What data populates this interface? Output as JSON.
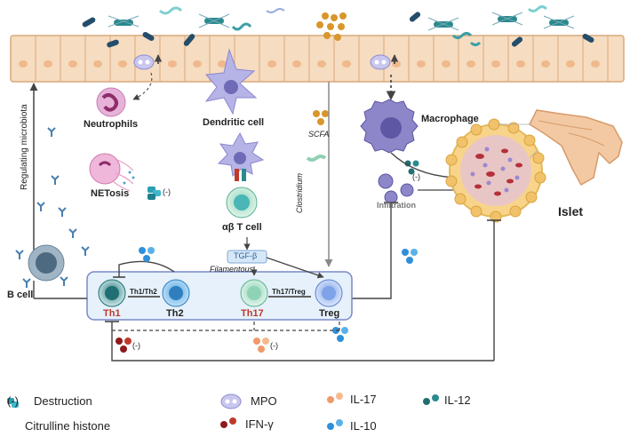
{
  "cells": {
    "neutrophils": "Neutrophils",
    "netosis": "NETosis",
    "dendritic": "Dendritic cell",
    "ab_t": "αβ T cell",
    "macrophage": "Macrophage",
    "b_cell": "B cell",
    "islet": "Islet"
  },
  "labels": {
    "regulating_microbiota": "Regulating microbiota",
    "scfa": "SCFA",
    "clostridium": "Clostridium",
    "tgf_beta": "TGF-β",
    "filamentous": "Filamentous",
    "infiltration": "Infiltration",
    "th1": "Th1",
    "th2": "Th2",
    "th17": "Th17",
    "treg": "Treg",
    "th1_th2": "Th1/Th2",
    "th17_treg": "Th17/Treg",
    "minus": "(-)"
  },
  "legend": {
    "destruction_symbol": "(-)",
    "destruction": "Destruction",
    "mpo": "MPO",
    "il17": "IL-17",
    "il12": "IL-12",
    "citrulline": "Citrulline histone",
    "ifng": "IFN-γ",
    "il10": "IL-10"
  },
  "colors": {
    "epithelium": "#f6dcc0",
    "epithelium_border": "#d9a97d",
    "th1_text": "#c0392b",
    "th17_text": "#c0392b",
    "panel_fill": "#e6f1fb",
    "panel_border": "#7a88c7",
    "teal": "#1f6f73",
    "il10": "#2f8fd8",
    "ifng": "#8e1b1b",
    "il17": "#f09a6a",
    "mpo": "#b9b9e8"
  }
}
